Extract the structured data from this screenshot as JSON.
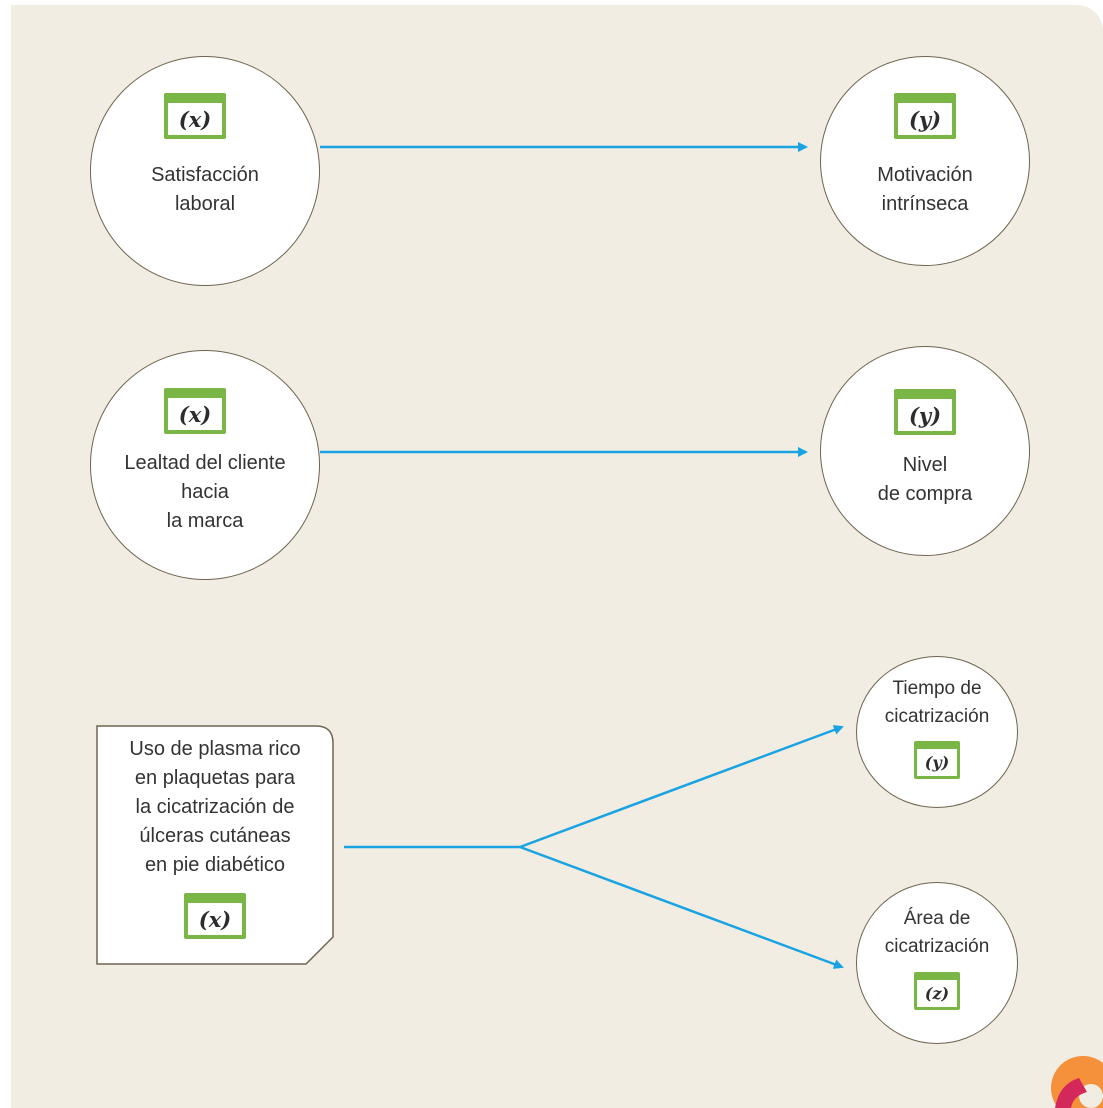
{
  "colors": {
    "background": "#f1ede2",
    "arrow": "#1aa3e2",
    "tag_border": "#7ab646",
    "node_border": "#6f6450"
  },
  "examples": [
    {
      "cause": {
        "tag": "(x)",
        "label_lines": [
          "Satisfacción",
          "laboral"
        ]
      },
      "effect": {
        "tag": "(y)",
        "label_lines": [
          "Motivación",
          "intrínseca"
        ]
      }
    },
    {
      "cause": {
        "tag": "(x)",
        "label_lines": [
          "Lealtad del cliente",
          "hacia",
          "la marca"
        ]
      },
      "effect": {
        "tag": "(y)",
        "label_lines": [
          "Nivel",
          "de compra"
        ]
      }
    },
    {
      "cause": {
        "tag": "(x)",
        "label_lines": [
          "Uso de plasma rico",
          "en plaquetas para",
          "la cicatrización de",
          "úlceras cutáneas",
          "en pie diabético"
        ]
      },
      "effects": [
        {
          "tag": "(y)",
          "label_lines": [
            "Tiempo de",
            "cicatrización"
          ]
        },
        {
          "tag": "(z)",
          "label_lines": [
            "Área de",
            "cicatrización"
          ]
        }
      ]
    }
  ],
  "logo": {
    "icon": "publisher-logo-icon",
    "colors": [
      "#f4913a",
      "#d5285a"
    ]
  }
}
